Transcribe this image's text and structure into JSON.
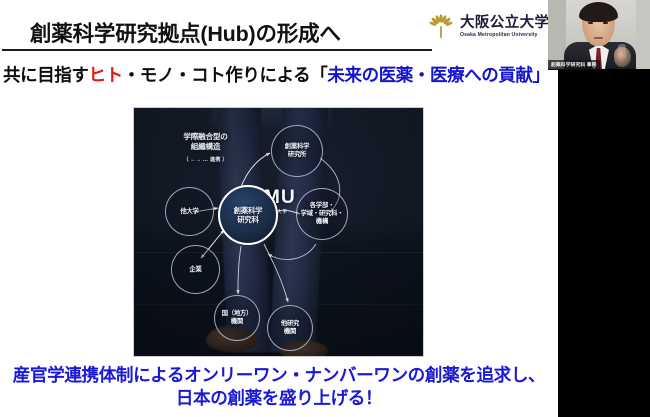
{
  "slide": {
    "title": "創薬科学研究拠点(Hub)の形成へ",
    "subtitle": {
      "lead": "共に目指す",
      "highlight_red": "ヒト",
      "middle": "・モノ・コト作りによる「",
      "highlight_blue": "未来の医薬・医療への貢献」"
    },
    "logo": {
      "mark": "starburst-logo-icon",
      "name_jp": "大阪公立大学",
      "name_en": "Osaka Metropolitan University",
      "color": "#b99a33"
    },
    "bottom_message": {
      "line1": "産官学連携体制によるオンリーワン・ナンバーワンの創薬を追求し、",
      "line2": "日本の創薬を盛り上げる！",
      "color": "#1a1ad6"
    }
  },
  "diagram": {
    "caption_line1": "学際融合型の",
    "caption_line2": "組織構造",
    "caption_legend": "（ ←→ … 連携 ）",
    "brand_main": "OMU",
    "brand_sub": "大阪公立大学",
    "hub": {
      "label_line1": "創薬科学",
      "label_line2": "研究科"
    },
    "nodes": [
      {
        "name": "laboratory",
        "line1": "創薬科学",
        "line2": "研究所",
        "line3": ""
      },
      {
        "name": "faculties",
        "line1": "各学部・",
        "line2": "学域・研究科・",
        "line3": "機構"
      },
      {
        "name": "other-universities",
        "line1": "他大学",
        "line2": "",
        "line3": ""
      },
      {
        "name": "companies",
        "line1": "企業",
        "line2": "",
        "line3": ""
      },
      {
        "name": "government",
        "line1": "国（地方）",
        "line2": "機関",
        "line3": ""
      },
      {
        "name": "other-institutes",
        "line1": "他研究",
        "line2": "機関",
        "line3": ""
      }
    ]
  },
  "webcam": {
    "participant_label": "創薬科学研究科 事務"
  }
}
